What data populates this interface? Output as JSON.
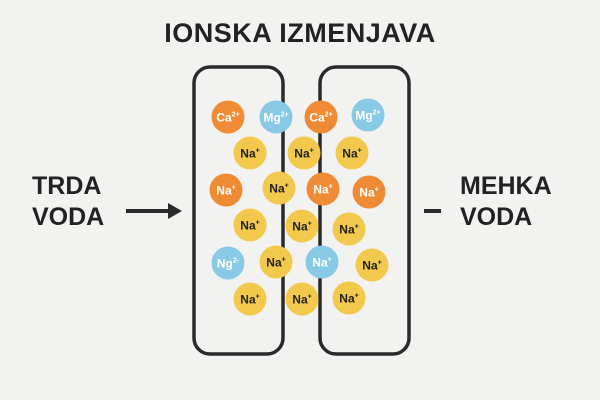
{
  "title": "IONSKA IZMENJAVA",
  "input_label": [
    "TRDA",
    "VODA"
  ],
  "output_label": [
    "MEHKA",
    "VODA"
  ],
  "colors": {
    "background": "#f2f2f0",
    "outline": "#2a2a2a",
    "orange": "#ef8b34",
    "blue": "#88c9e6",
    "yellow": "#f2c94c"
  },
  "ions": [
    {
      "symbol": "Ca",
      "charge": "2+",
      "color": "orange"
    },
    {
      "symbol": "Mg",
      "charge": "2+",
      "color": "blue"
    },
    {
      "symbol": "Ca",
      "charge": "2+",
      "color": "orange"
    },
    {
      "symbol": "Mg",
      "charge": "2+",
      "color": "blue"
    },
    {
      "symbol": "Na",
      "charge": "+",
      "color": "yellow"
    },
    {
      "symbol": "Na",
      "charge": "+",
      "color": "yellow"
    },
    {
      "symbol": "Na",
      "charge": "+",
      "color": "yellow"
    },
    {
      "symbol": "Na",
      "charge": "+",
      "color": "orange"
    },
    {
      "symbol": "Na",
      "charge": "+",
      "color": "yellow"
    },
    {
      "symbol": "Na",
      "charge": "+",
      "color": "orange"
    },
    {
      "symbol": "Na",
      "charge": "+",
      "color": "orange"
    },
    {
      "symbol": "Na",
      "charge": "+",
      "color": "yellow"
    },
    {
      "symbol": "Na",
      "charge": "+",
      "color": "yellow"
    },
    {
      "symbol": "Na",
      "charge": "+",
      "color": "yellow"
    },
    {
      "symbol": "Ng",
      "charge": "2-",
      "color": "blue"
    },
    {
      "symbol": "Na",
      "charge": "+",
      "color": "yellow"
    },
    {
      "symbol": "Na",
      "charge": "+",
      "color": "blue"
    },
    {
      "symbol": "Na",
      "charge": "+",
      "color": "yellow"
    },
    {
      "symbol": "Na",
      "charge": "+",
      "color": "yellow"
    },
    {
      "symbol": "Na",
      "charge": "+",
      "color": "yellow"
    },
    {
      "symbol": "Na",
      "charge": "+",
      "color": "yellow"
    }
  ]
}
